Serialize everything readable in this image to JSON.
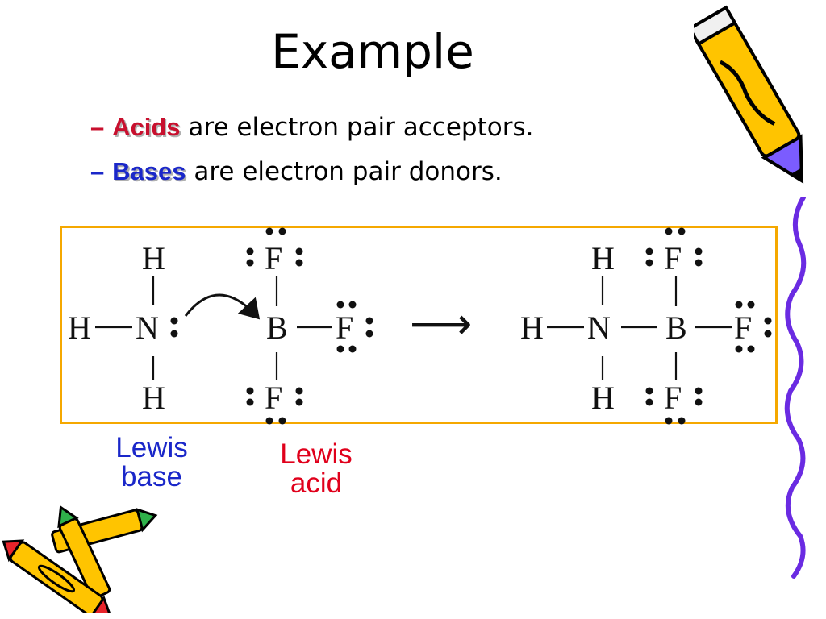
{
  "slide": {
    "title": "Example",
    "bullets": [
      {
        "dash": "–",
        "keyword": "Acids",
        "rest": "are electron pair acceptors.",
        "keyword_color": "#c8102e"
      },
      {
        "dash": "–",
        "keyword": "Bases",
        "rest": "are electron pair donors.",
        "keyword_color": "#1a27c9"
      }
    ],
    "labels": {
      "lewis_base": {
        "line1": "Lewis",
        "line2": "base",
        "color": "#1a27c9"
      },
      "lewis_acid": {
        "line1": "Lewis",
        "line2": "acid",
        "color": "#e0001b"
      }
    },
    "box_color": "#f5a800"
  },
  "reaction": {
    "reactant_base": {
      "top": "H",
      "left": "H",
      "center": "N",
      "bottom": "H"
    },
    "reactant_acid": {
      "top": "F",
      "center": "B",
      "right": "F",
      "bottom": "F"
    },
    "product": {
      "n_top": "H",
      "n_left": "H",
      "n_center": "N",
      "n_bottom": "H",
      "b_top": "F",
      "b_center": "B",
      "b_right": "F",
      "b_bottom": "F"
    },
    "reaction_arrow": "⟶"
  },
  "decorations": [
    "pencil-icon",
    "crayon-icon",
    "squiggle-border"
  ]
}
